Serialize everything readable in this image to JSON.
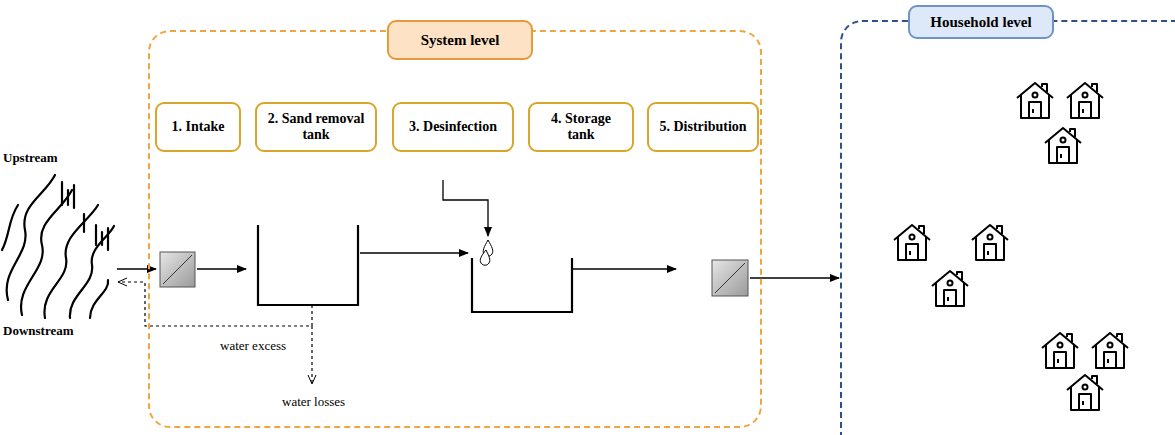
{
  "diagram": {
    "nodes": [
      {
        "text": [
          "System level"
        ]
      },
      {
        "text": [
          "1. Intake"
        ],
        "in": 0
      },
      {
        "text": [
          "2. Sand removal tank"
        ],
        "in": 0
      },
      {
        "text": [
          "3. Desinfection"
        ],
        "in": 0
      },
      {
        "text": [
          "4. Storage tank"
        ],
        "in": 0
      },
      {
        "text": [
          "5. Distribution"
        ],
        "in": 0
      },
      {
        "text": [
          "Household level"
        ]
      }
    ],
    "edges": [
      {
        "from": 0,
        "to": 6,
        "arrow": "to"
      }
    ],
    "labels": [
      "Upstream",
      "Downstream",
      "water excess",
      "water losses"
    ]
  }
}
